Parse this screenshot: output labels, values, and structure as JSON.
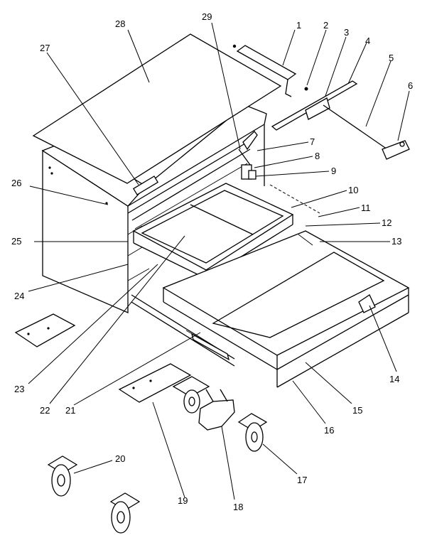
{
  "diagram": {
    "part_labels": [
      {
        "id": "1",
        "text": "1"
      },
      {
        "id": "2",
        "text": "2"
      },
      {
        "id": "3",
        "text": "3"
      },
      {
        "id": "4",
        "text": "4"
      },
      {
        "id": "5",
        "text": "5"
      },
      {
        "id": "6",
        "text": "6"
      },
      {
        "id": "7",
        "text": "7"
      },
      {
        "id": "8",
        "text": "8"
      },
      {
        "id": "9",
        "text": "9"
      },
      {
        "id": "10",
        "text": "10"
      },
      {
        "id": "11",
        "text": "11"
      },
      {
        "id": "12",
        "text": "12"
      },
      {
        "id": "13",
        "text": "13"
      },
      {
        "id": "14",
        "text": "14"
      },
      {
        "id": "15",
        "text": "15"
      },
      {
        "id": "16",
        "text": "16"
      },
      {
        "id": "17",
        "text": "17"
      },
      {
        "id": "18",
        "text": "18"
      },
      {
        "id": "19",
        "text": "19"
      },
      {
        "id": "20",
        "text": "20"
      },
      {
        "id": "21",
        "text": "21"
      },
      {
        "id": "22",
        "text": "22"
      },
      {
        "id": "23",
        "text": "23"
      },
      {
        "id": "24",
        "text": "24"
      },
      {
        "id": "25",
        "text": "25"
      },
      {
        "id": "26",
        "text": "26"
      },
      {
        "id": "27",
        "text": "27"
      },
      {
        "id": "28",
        "text": "28"
      },
      {
        "id": "29",
        "text": "29"
      }
    ]
  }
}
